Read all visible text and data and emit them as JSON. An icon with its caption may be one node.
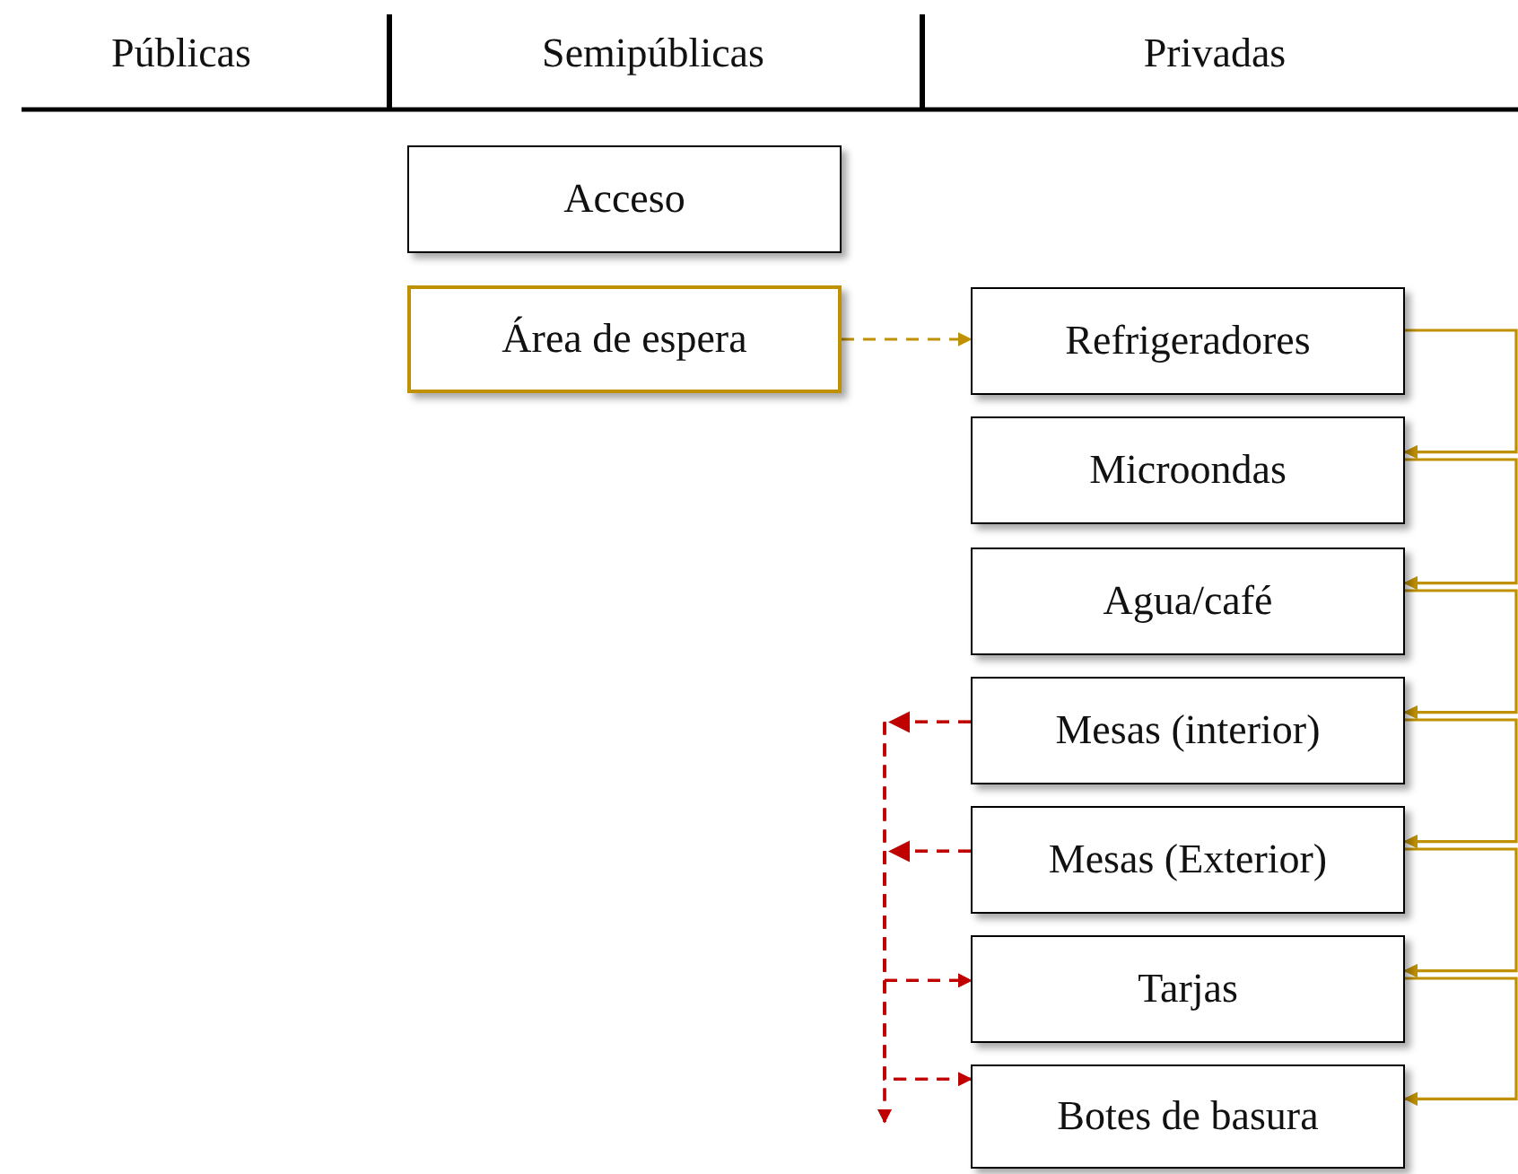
{
  "diagram": {
    "nodes": [
      {
        "text": [
          "Acceso"
        ]
      },
      {
        "text": [
          "Área de espera"
        ]
      },
      {
        "text": [
          "Refrigeradores"
        ]
      },
      {
        "text": [
          "Microondas"
        ]
      },
      {
        "text": [
          "Agua/café"
        ]
      },
      {
        "text": [
          "Mesas (interior)"
        ]
      },
      {
        "text": [
          "Mesas (Exterior)"
        ]
      },
      {
        "text": [
          "Tarjas"
        ]
      },
      {
        "text": [
          "Botes de basura"
        ]
      }
    ],
    "edges": [
      {
        "from": 1,
        "to": 2,
        "arrow": "to",
        "style": "dashed"
      },
      {
        "from": 2,
        "to": 3,
        "arrow": "to"
      },
      {
        "from": 3,
        "to": 4,
        "arrow": "to"
      },
      {
        "from": 4,
        "to": 5,
        "arrow": "to"
      },
      {
        "from": 5,
        "to": 6,
        "arrow": "to"
      },
      {
        "from": 6,
        "to": 7,
        "arrow": "to"
      },
      {
        "from": 7,
        "to": 8,
        "arrow": "to"
      },
      {
        "from": 5,
        "to": 7,
        "arrow": "to",
        "style": "dashed",
        "color": "#c00000"
      },
      {
        "from": 5,
        "to": 8,
        "arrow": "to",
        "style": "dashed",
        "color": "#c00000"
      },
      {
        "from": 5,
        "to": null,
        "arrow": "to",
        "style": "dashed",
        "color": "#c00000"
      },
      {
        "from": 6,
        "to": 7,
        "arrow": "to",
        "style": "dashed",
        "color": "#c00000"
      },
      {
        "from": 6,
        "to": 8,
        "arrow": "to",
        "style": "dashed",
        "color": "#c00000"
      },
      {
        "from": 6,
        "to": null,
        "arrow": "to",
        "style": "dashed",
        "color": "#c00000"
      }
    ],
    "labels": [
      "Públicas",
      "Semipúblicas",
      "Privadas"
    ]
  }
}
